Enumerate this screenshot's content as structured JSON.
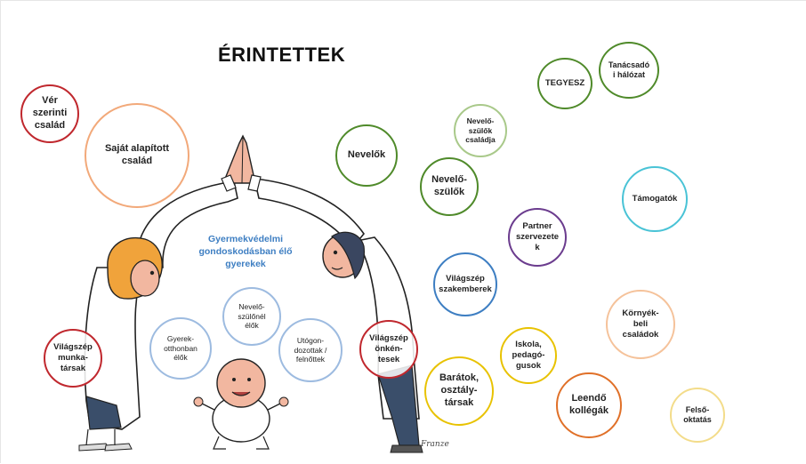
{
  "title": "ÉRINTETTEK",
  "inner_label": "Gyermekvédelmi\ngondoskodásban élő\ngyerekek",
  "signature": "Franze",
  "bubbles": {
    "ver_szerinti": "Vér\nszerinti\ncsalád",
    "sajat_alapitott": "Saját alapított\ncsalád",
    "nevelok": "Nevelők",
    "nevelo_szulok": "Nevelő-\nszülők",
    "nevelo_szulok_csaladja": "Nevelő-\nszülők\ncsaládja",
    "tegyesz": "TEGYESZ",
    "tanacsado": "Tanácsadó\ni hálózat",
    "tamogatok": "Támogatók",
    "partner": "Partner\nszervezete\nk",
    "vilagszep_szakemberek": "Világszép\nszakemberek",
    "kornyekbeli": "Környék-\nbeli\ncsaládok",
    "iskola": "Iskola,\npedagó-\ngusok",
    "baratok": "Barátok,\nosztály-\ntársak",
    "leendo": "Leendő\nkollégák",
    "felso": "Felső-\noktatás",
    "vilagszep_munka": "Világszép\nmunka-\ntársak",
    "vilagszep_onkent": "Világszép\nönkén-\ntesek",
    "gyerek_otthon": "Gyerek-\notthonban\nélők",
    "nevelo_szulonel": "Nevelő-\nszülőnél\nélők",
    "utogondozottak": "Utógon-\ndozottak /\nfelnőttek"
  },
  "colors": {
    "red": "#c0282e",
    "orange": "#f2a97a",
    "green": "#4f8a2a",
    "light_green": "#a9c98a",
    "purple": "#6b3c8e",
    "cyan": "#49c3d6",
    "blue": "#3d7ec2",
    "light_blue": "#9dbbe0",
    "yellow": "#e8c200",
    "light_yellow": "#f3dc8a",
    "light_orange": "#f5c29a",
    "dark_orange": "#e07028"
  }
}
